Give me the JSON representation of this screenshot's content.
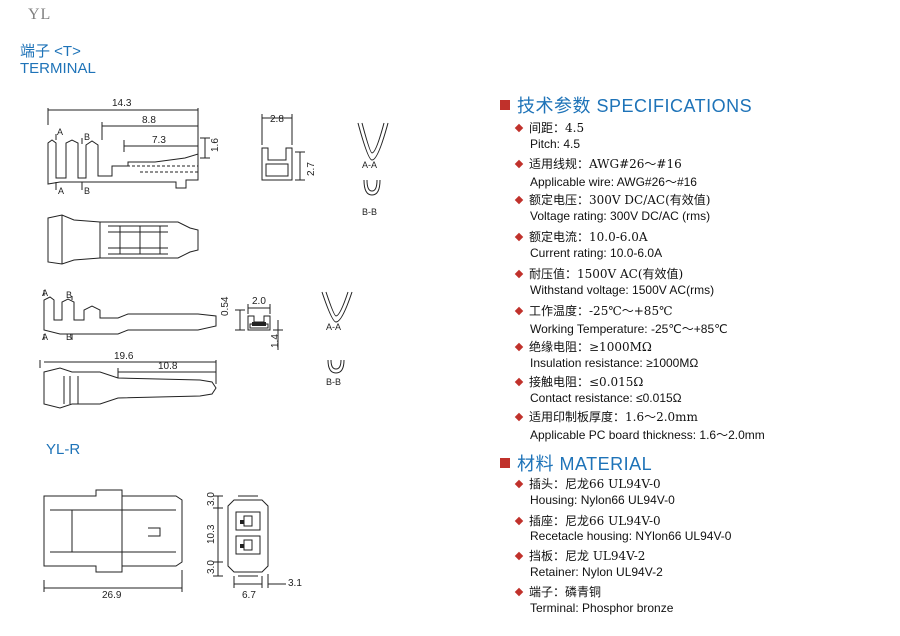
{
  "brand": "YL",
  "title_cn": "端子 <T>",
  "title_en": "TERMINAL",
  "yl_r": "YL-R",
  "drawing": {
    "dims": {
      "d14_3": "14.3",
      "d8_8": "8.8",
      "d7_3": "7.3",
      "d1_6": "1.6",
      "d2_8": "2.8",
      "d2_7": "2.7",
      "d2_0": "2.0",
      "d0_54": "0.54",
      "d1_4": "1.4",
      "d19_6": "19.6",
      "d10_8": "10.8",
      "d3_0a": "3.0",
      "d10_3": "10.3",
      "d3_0b": "3.0",
      "d26_9": "26.9",
      "d6_7": "6.7",
      "d3_1": "3.1"
    },
    "labels": {
      "a": "A",
      "b": "B",
      "aa": "A-A",
      "bb": "B-B"
    }
  },
  "spec": {
    "heading": "技术参数 SPECIFICATIONS",
    "items": [
      {
        "cn": "间距：4.5",
        "en": "Pitch:  4.5"
      },
      {
        "cn": "适用线规：AWG#26～#16",
        "en": "Applicable wire: AWG#26～#16"
      },
      {
        "cn": "额定电压：300V DC/AC(有效值)",
        "en": "Voltage rating: 300V DC/AC (rms)"
      },
      {
        "cn": "额定电流：10.0-6.0A",
        "en": "Current rating: 10.0-6.0A"
      },
      {
        "cn": "耐压值：1500V AC(有效值)",
        "en": "Withstand voltage: 1500V AC(rms)"
      },
      {
        "cn": "工作温度：-25℃～+85℃",
        "en": "Working Temperature: -25℃～+85℃"
      },
      {
        "cn": "绝缘电阻：≥1000MΩ",
        "en": "Insulation resistance: ≥1000MΩ"
      },
      {
        "cn": "接触电阻：≤0.015Ω",
        "en": "Contact resistance: ≤0.015Ω"
      },
      {
        "cn": "适用印制板厚度：1.6～2.0mm",
        "en": "Applicable PC board thickness: 1.6～2.0mm"
      }
    ]
  },
  "material": {
    "heading": "材料  MATERIAL",
    "items": [
      {
        "cn": "插头：尼龙66     UL94V-0",
        "en": "Housing:  Nylon66   UL94V-0"
      },
      {
        "cn": "插座：尼龙66     UL94V-0",
        "en": "Recetacle housing:   NYlon66   UL94V-0"
      },
      {
        "cn": "挡板：尼龙   UL94V-2",
        "en": "Retainer:  Nylon   UL94V-2"
      },
      {
        "cn": "端子：磷青铜",
        "en": "Terminal:  Phosphor bronze"
      }
    ]
  },
  "colors": {
    "accent": "#1e73b8",
    "bullet": "#c0312b"
  }
}
